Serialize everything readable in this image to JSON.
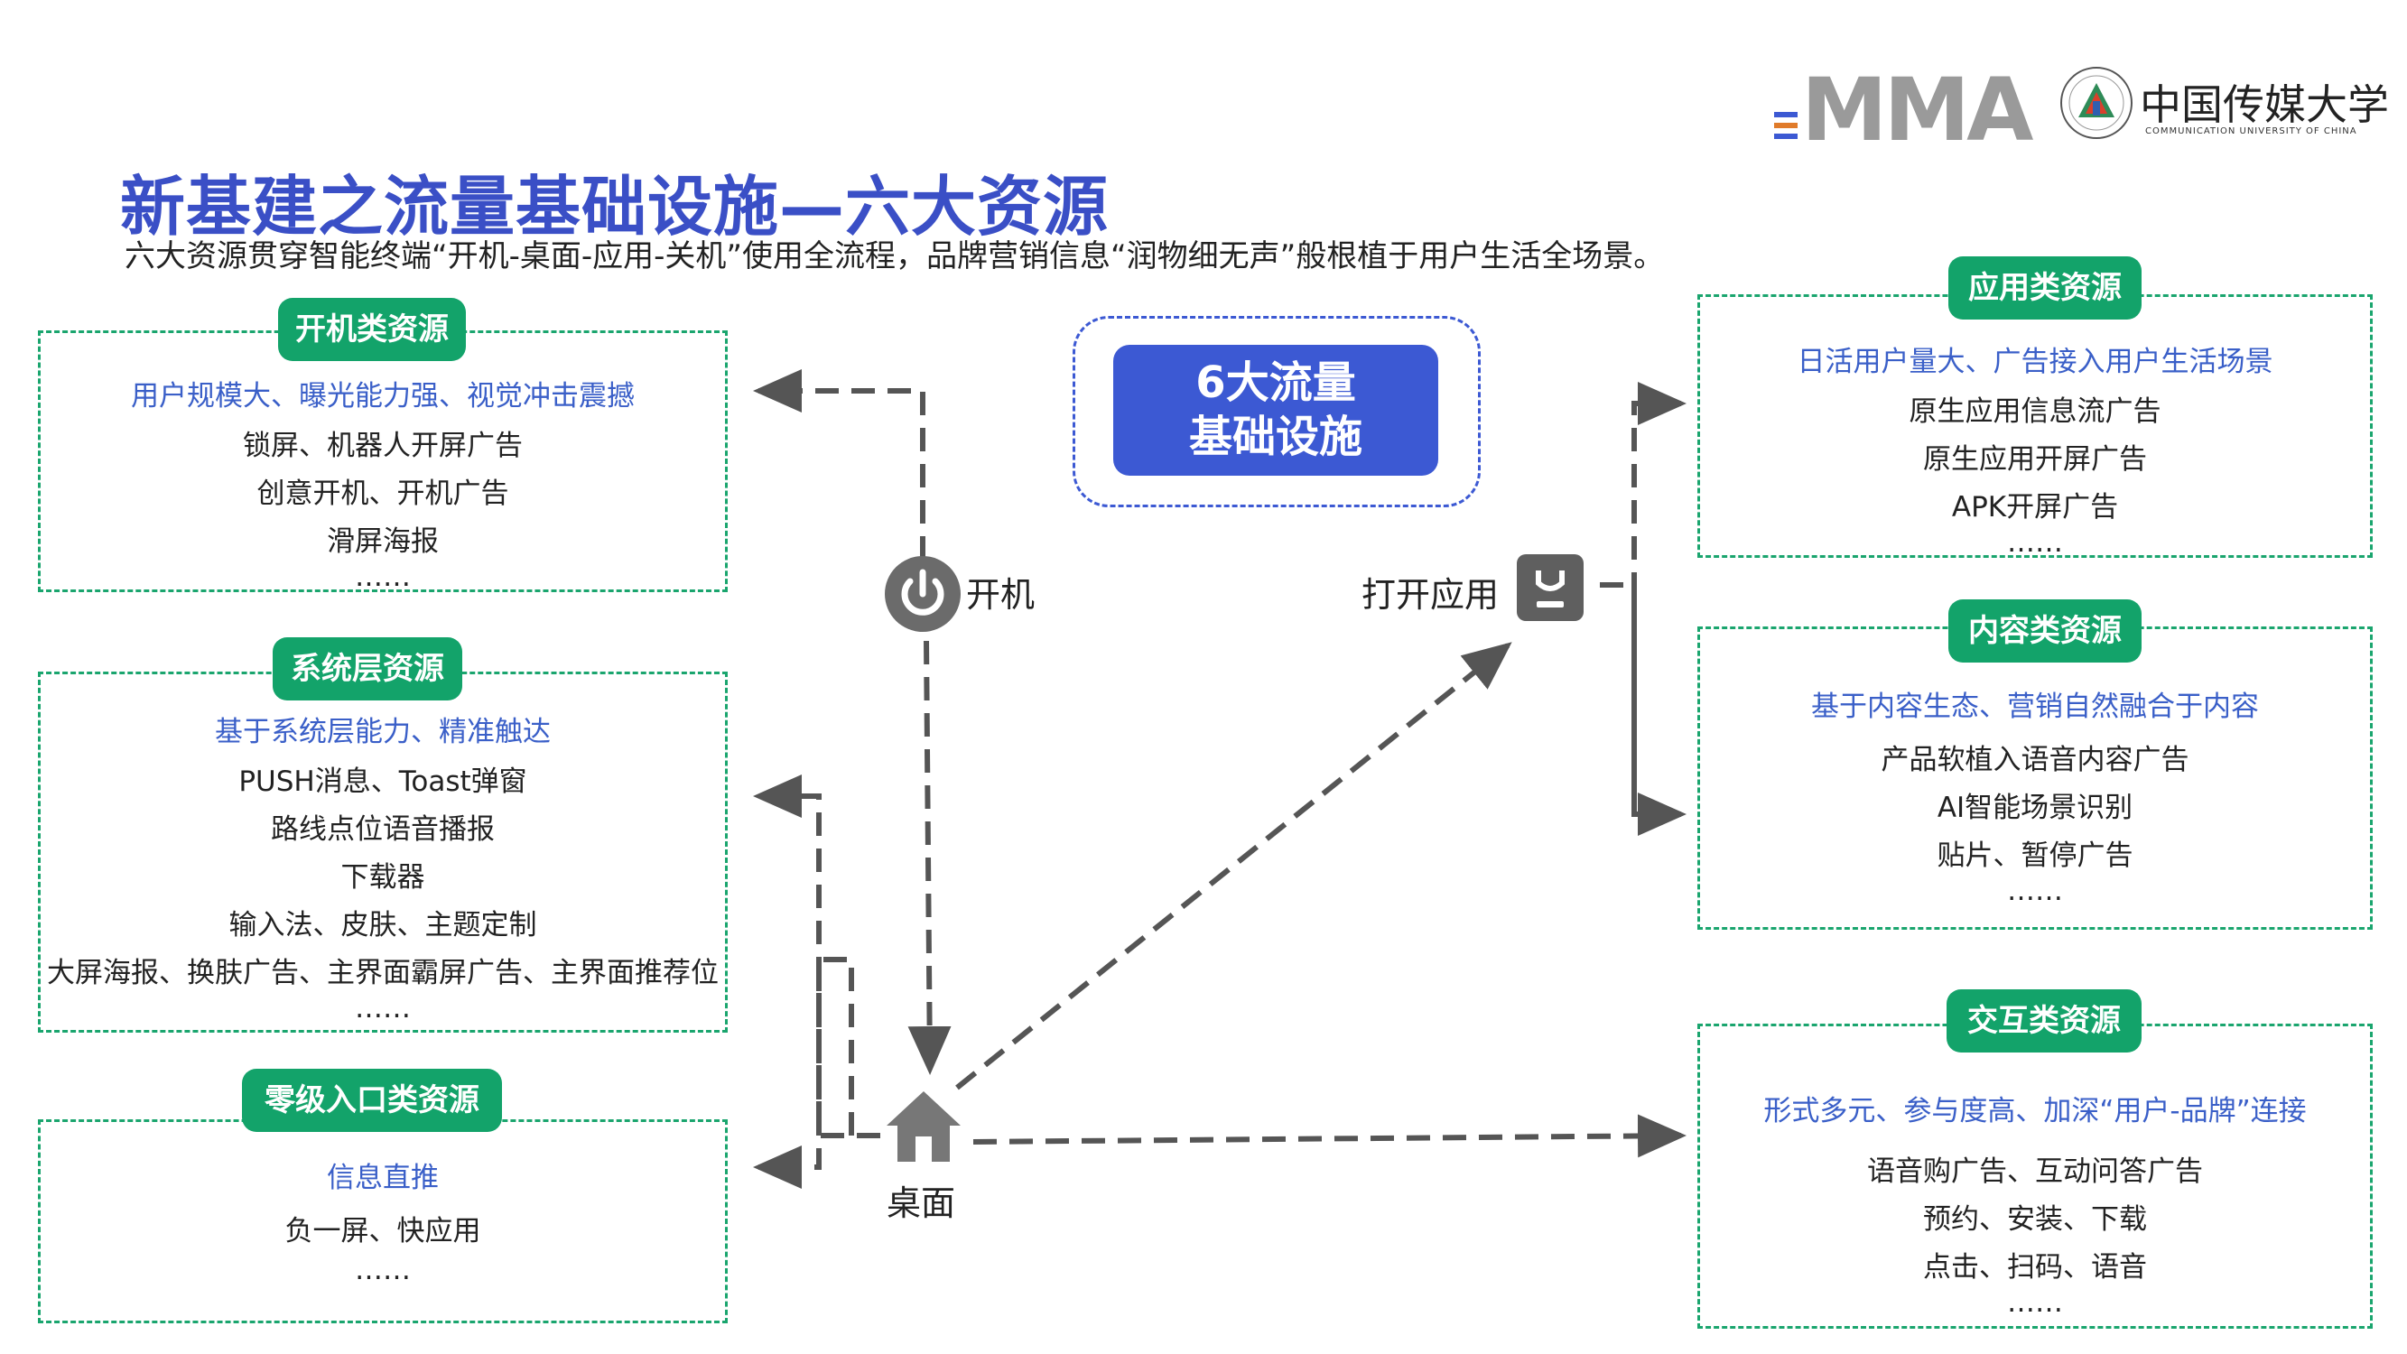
{
  "header": {
    "title": "新基建之流量基础设施—六大资源",
    "subtitle": "六大资源贯穿智能终端“开机-桌面-应用-关机”使用全流程，品牌营销信息“润物细无声”般根植于用户生活全场景。"
  },
  "logos": {
    "mma": "MMA",
    "cuc_cn": "中国传媒大学",
    "cuc_en": "COMMUNICATION UNIVERSITY OF CHINA"
  },
  "center": {
    "line1": "6大流量",
    "line2": "基础设施"
  },
  "nodes": {
    "power": "开机",
    "app": "打开应用",
    "desktop": "桌面"
  },
  "boxes": {
    "boot": {
      "tag": "开机类资源",
      "highlight": "用户规模大、曝光能力强、视觉冲击震撼",
      "items": [
        "锁屏、机器人开屏广告",
        "创意开机、开机广告",
        "滑屏海报",
        "……"
      ]
    },
    "system": {
      "tag": "系统层资源",
      "highlight": "基于系统层能力、精准触达",
      "items": [
        "PUSH消息、Toast弹窗",
        "路线点位语音播报",
        "下载器",
        "输入法、皮肤、主题定制",
        "大屏海报、换肤广告、主界面霸屏广告、主界面推荐位",
        "……"
      ]
    },
    "zero": {
      "tag": "零级入口类资源",
      "highlight": "信息直推",
      "items": [
        "负一屏、快应用",
        "……"
      ]
    },
    "app": {
      "tag": "应用类资源",
      "highlight": "日活用户量大、广告接入用户生活场景",
      "items": [
        "原生应用信息流广告",
        "原生应用开屏广告",
        "APK开屏广告",
        "……"
      ]
    },
    "content": {
      "tag": "内容类资源",
      "highlight": "基于内容生态、营销自然融合于内容",
      "items": [
        "产品软植入语音内容广告",
        "AI智能场景识别",
        "贴片、暂停广告",
        "……"
      ]
    },
    "interactive": {
      "tag": "交互类资源",
      "highlight": "形式多元、参与度高、加深“用户-品牌”连接",
      "items": [
        "语音购广告、互动问答广告",
        "预约、安装、下载",
        "点击、扫码、语音",
        "……"
      ]
    }
  },
  "colors": {
    "title": "#3a4fc6",
    "green": "#13a36a",
    "accent": "#3c59d3",
    "arrow": "#555555"
  }
}
